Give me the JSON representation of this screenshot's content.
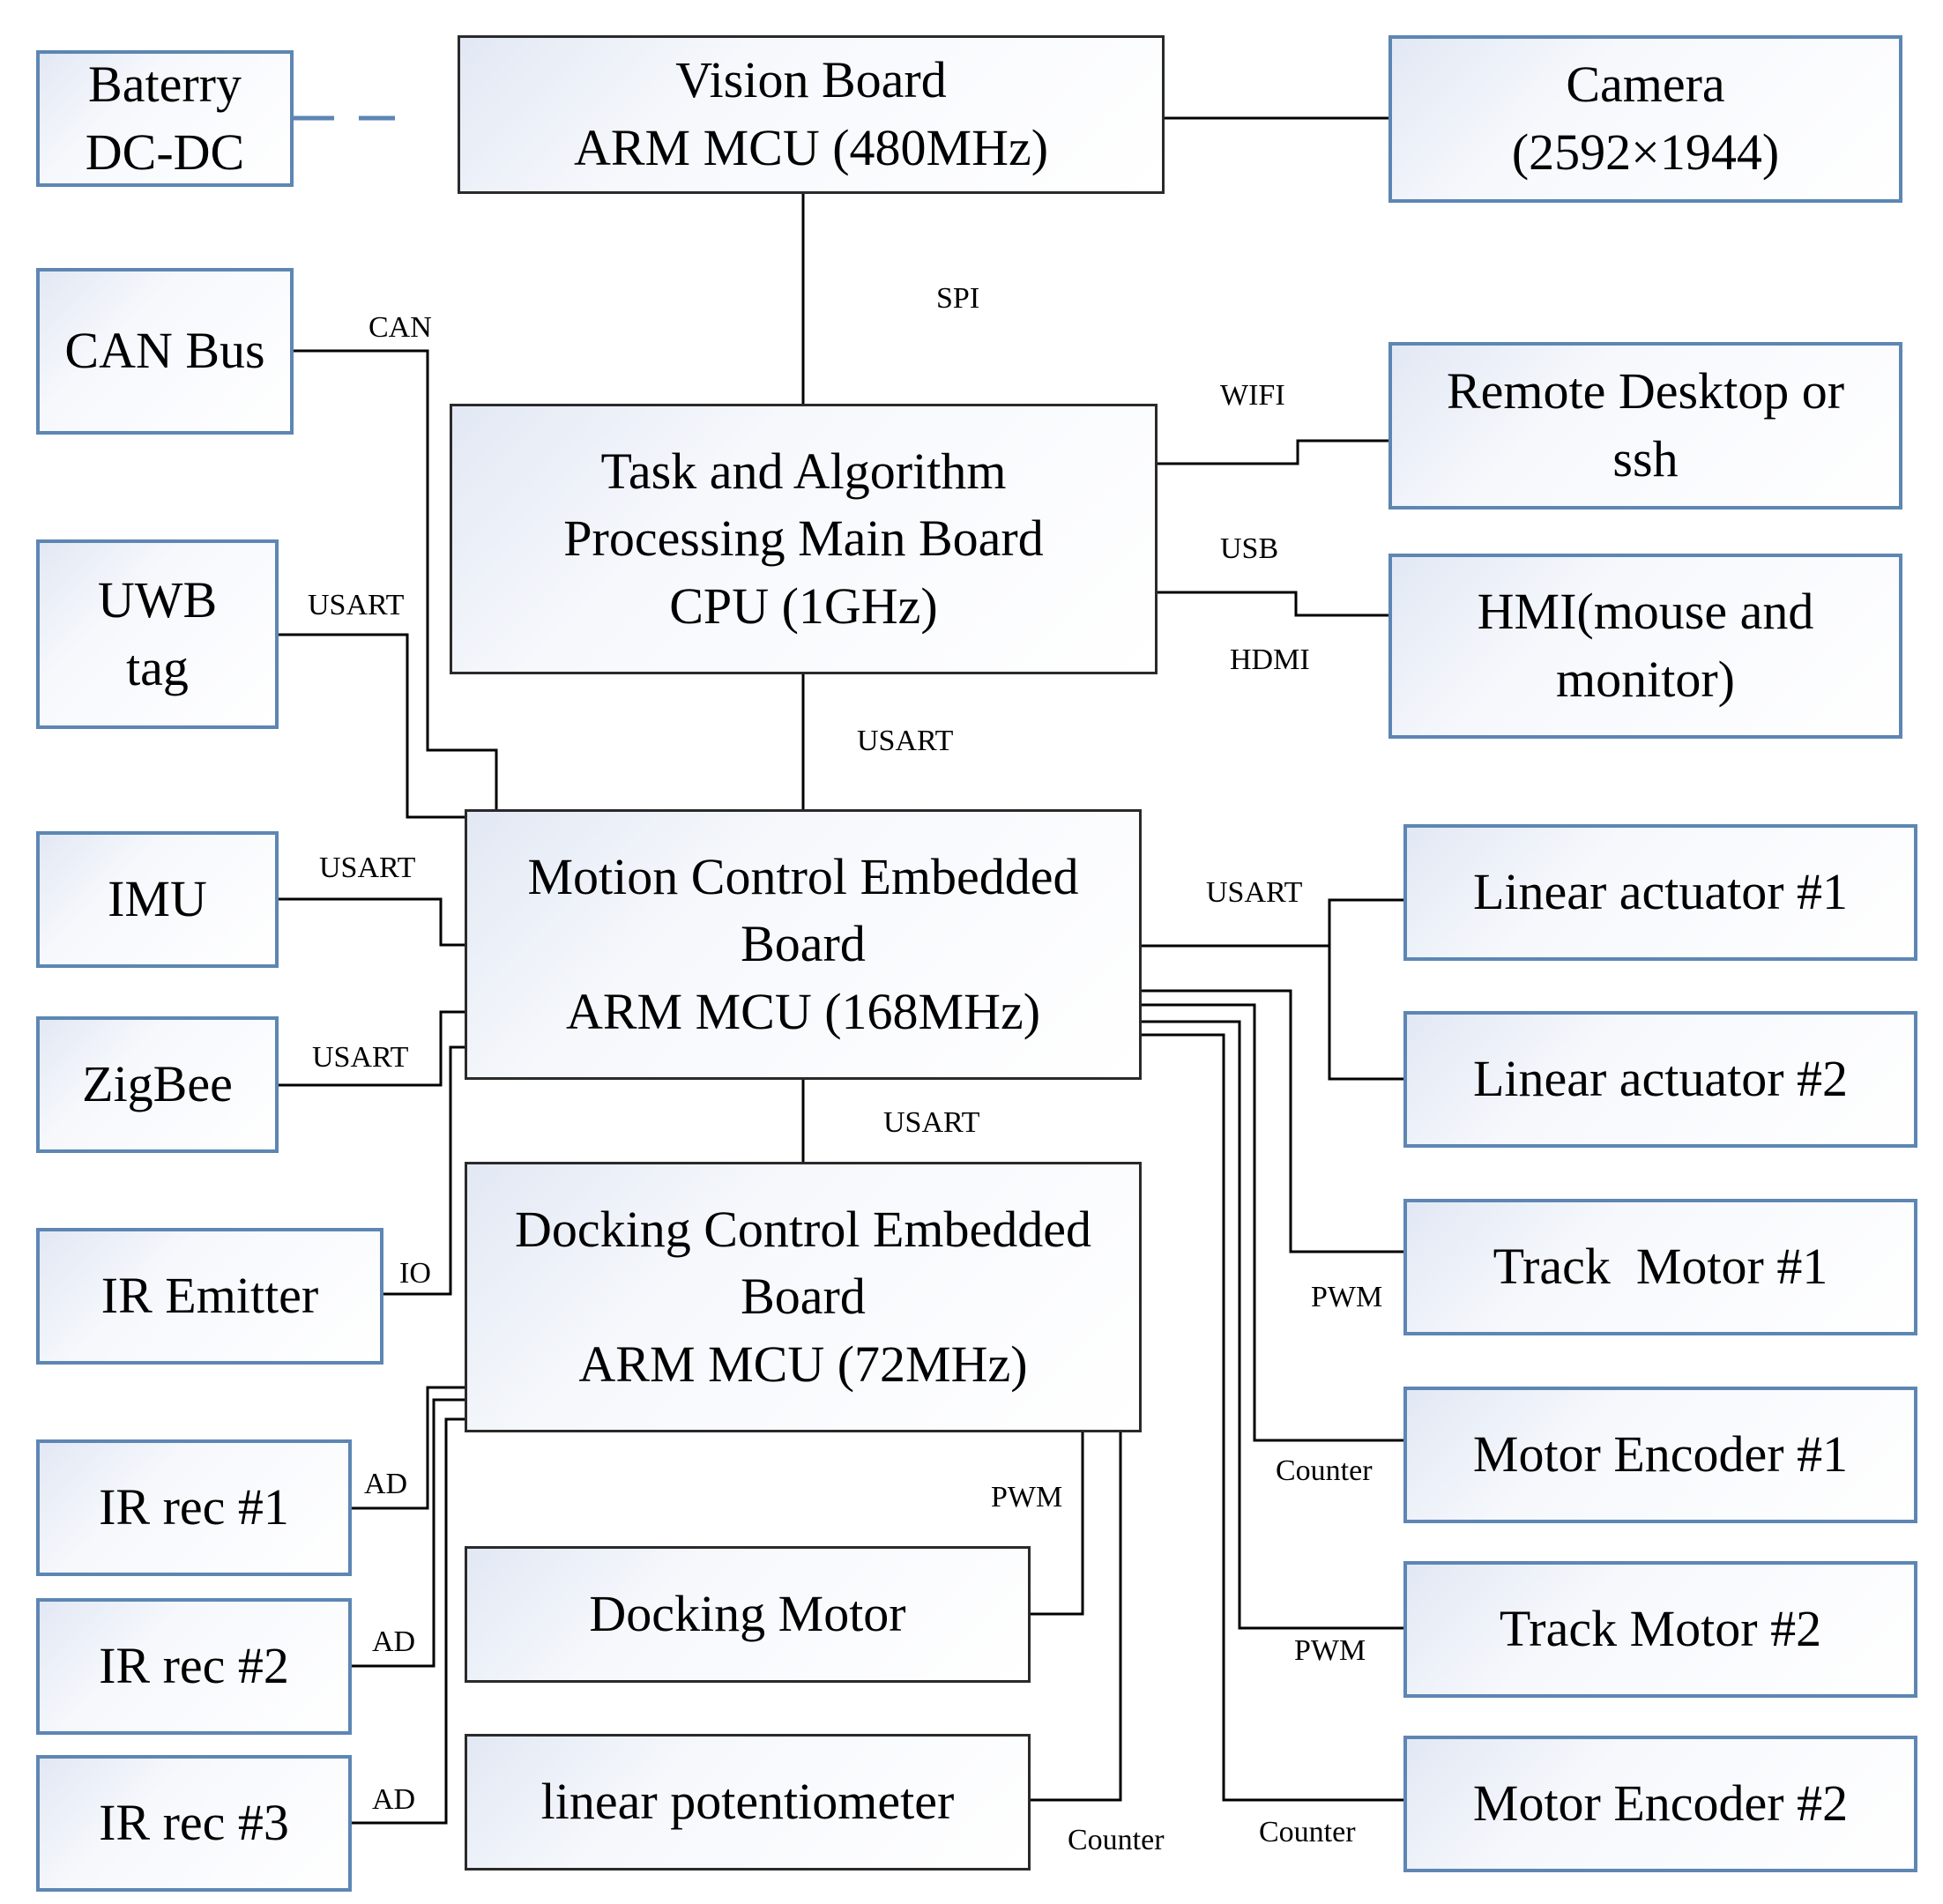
{
  "blocks": {
    "battery": {
      "line1": "Baterry",
      "line2": "DC-DC"
    },
    "vision": {
      "line1": "Vision Board",
      "line2": "ARM MCU (480MHz)"
    },
    "camera": {
      "line1": "Camera",
      "line2": "(2592×1944)"
    },
    "can_bus": {
      "line1": "CAN Bus"
    },
    "main_board": {
      "line1": "Task and Algorithm",
      "line2": "Processing Main Board",
      "line3": "CPU (1GHz)"
    },
    "remote": {
      "line1": "Remote Desktop or",
      "line2": "ssh"
    },
    "uwb": {
      "line1": "UWB",
      "line2": "tag"
    },
    "hmi": {
      "line1": "HMI(mouse and",
      "line2": "monitor)"
    },
    "imu": {
      "line1": "IMU"
    },
    "motion": {
      "line1": "Motion Control Embedded",
      "line2": "Board",
      "line3": "ARM MCU (168MHz)"
    },
    "lin_act_1": {
      "line1": "Linear actuator #1"
    },
    "zigbee": {
      "line1": "ZigBee"
    },
    "lin_act_2": {
      "line1": "Linear actuator #2"
    },
    "docking": {
      "line1": "Docking Control Embedded",
      "line2": "Board",
      "line3": "ARM MCU (72MHz)"
    },
    "ir_emitter": {
      "line1": "IR Emitter"
    },
    "track_motor_1": {
      "line1": "Track  Motor #1"
    },
    "ir_rec_1": {
      "line1": "IR rec #1"
    },
    "motor_enc_1": {
      "line1": "Motor Encoder #1"
    },
    "docking_motor": {
      "line1": "Docking Motor"
    },
    "ir_rec_2": {
      "line1": "IR rec #2"
    },
    "track_motor_2": {
      "line1": "Track Motor #2"
    },
    "lin_pot": {
      "line1": "linear potentiometer"
    },
    "ir_rec_3": {
      "line1": "IR rec #3"
    },
    "motor_enc_2": {
      "line1": "Motor Encoder #2"
    }
  },
  "labels": {
    "spi": "SPI",
    "can": "CAN",
    "wifi": "WIFI",
    "usb": "USB",
    "hdmi": "HDMI",
    "usart_uwb": "USART",
    "usart_main_motion": "USART",
    "usart_imu": "USART",
    "usart_actuators": "USART",
    "usart_zigbee": "USART",
    "usart_motion_docking": "USART",
    "io": "IO",
    "pwm_track1": "PWM",
    "ad_1": "AD",
    "counter_enc1": "Counter",
    "pwm_docking": "PWM",
    "ad_2": "AD",
    "pwm_track2": "PWM",
    "ad_3": "AD",
    "counter_pot": "Counter",
    "counter_enc2": "Counter"
  },
  "colors": {
    "peripheral_border": "#5d86b3",
    "board_border": "#2a2a2a",
    "wire": "#000000",
    "box_fill_start": "#e2e8f4"
  }
}
